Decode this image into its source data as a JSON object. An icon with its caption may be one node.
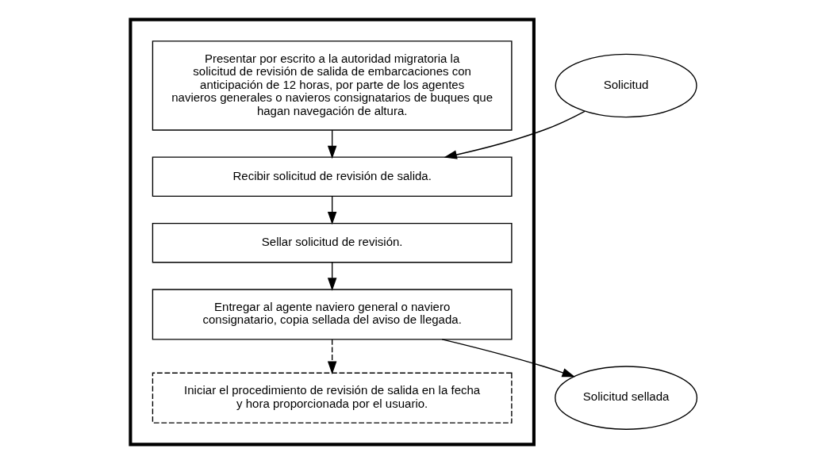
{
  "diagram": {
    "nodes": [
      {
        "text": [],
        "shape": "box"
      },
      {
        "text": [
          "Presentar por escrito a la autoridad migratoria la solicitud de revisión de salida de embarcaciones con anticipación de 12 horas, por parte de los agentes navieros generales o navieros consignatarios de buques que hagan navegación de altura."
        ],
        "in": 0
      },
      {
        "text": [
          "Solicitud"
        ]
      },
      {
        "text": [
          "Recibir solicitud de revisión de salida."
        ],
        "in": 0
      },
      {
        "text": [
          "Sellar solicitud de revisión."
        ],
        "in": 0
      },
      {
        "text": [
          "Entregar al agente naviero general o naviero consignatario, copia sellada del aviso de llegada."
        ],
        "in": 0
      },
      {
        "text": [
          "Solicitud sellada"
        ]
      },
      {
        "text": [
          "Iniciar el procedimiento de revisión de salida en la fecha y hora proporcionada por el usuario."
        ],
        "in": 0
      }
    ],
    "edges": [
      {
        "from": 1,
        "to": 3,
        "arrow": "to"
      },
      {
        "from": 2,
        "to": 3,
        "arrow": "to"
      },
      {
        "from": 3,
        "to": 4,
        "arrow": "to"
      },
      {
        "from": 4,
        "to": 5,
        "arrow": "to"
      },
      {
        "from": 5,
        "to": 6,
        "arrow": "to"
      },
      {
        "from": 5,
        "to": 7,
        "arrow": "to",
        "style": "dashed"
      }
    ]
  }
}
